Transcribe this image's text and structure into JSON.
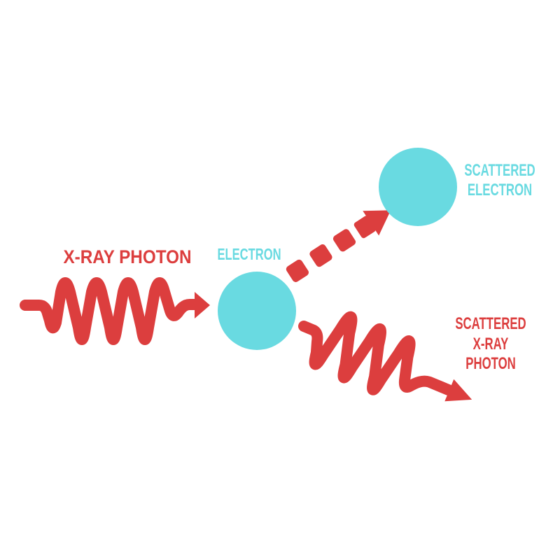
{
  "colors": {
    "photon_red": "#DC3E3E",
    "electron_cyan": "#69DAE1",
    "background": "#FFFFFF"
  },
  "labels": {
    "incident_photon": "X-RAY PHOTON",
    "electron": "ELECTRON",
    "scattered_electron_line1": "SCATTERED",
    "scattered_electron_line2": "ELECTRON",
    "scattered_photon_line1": "SCATTERED",
    "scattered_photon_line2": "X-RAY",
    "scattered_photon_line3": "PHOTON"
  },
  "icons": {
    "incident_wave": "squiggly-arrow-right",
    "scattered_electron_path": "dashed-arrow-up-right",
    "scattered_wave": "squiggly-arrow-down-right"
  }
}
